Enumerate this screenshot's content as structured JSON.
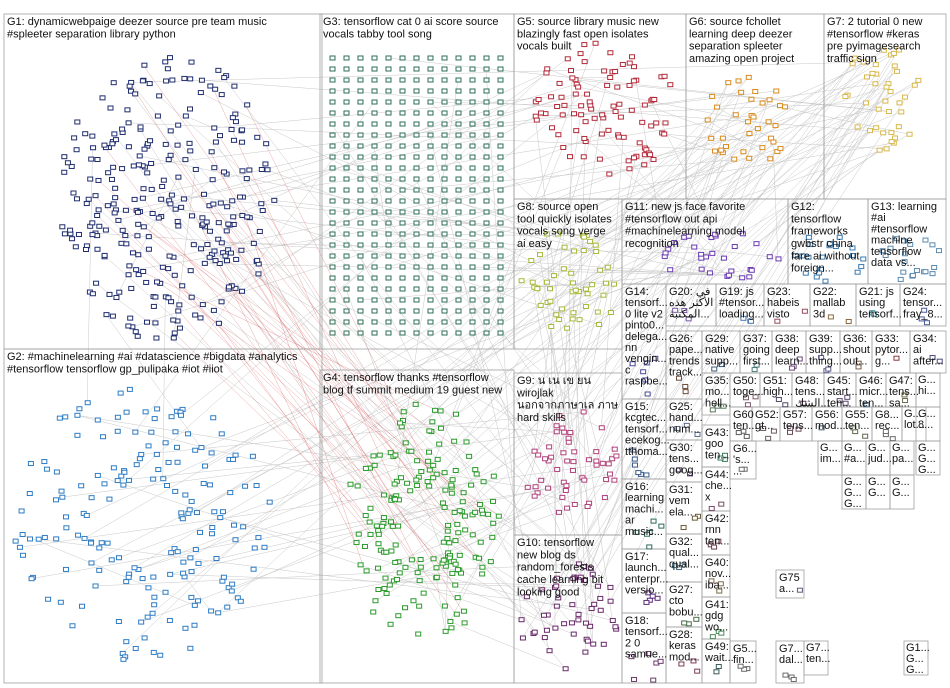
{
  "figure": {
    "type": "network-graph",
    "group_count": 75,
    "background": "#ffffff",
    "panel_border_color": "#a0a0a0",
    "edge_color": "#c8c8c8",
    "highlight_edge_color": "#cc2222"
  },
  "groups": [
    {
      "id": "G1",
      "lines": [
        "G1: dynamicwebpaige deezer source pre team music",
        "#spleeter separation library python"
      ],
      "color": "#1f2d6e"
    },
    {
      "id": "G2",
      "lines": [
        "G2: #machinelearning #ai #datascience #bigdata #analytics",
        "#tensorflow tensorflow gp_pulipaka #iot #iiot"
      ],
      "color": "#2e7cc4"
    },
    {
      "id": "G3",
      "lines": [
        "G3: tensorflow cat 0 ai score source",
        "vocals tabby tool song"
      ],
      "color": "#2f6d55"
    },
    {
      "id": "G4",
      "lines": [
        "G4: tensorflow thanks #tensorflow",
        "blog tf summit medium 19 guest new"
      ],
      "color": "#2a9a2a"
    },
    {
      "id": "G5",
      "lines": [
        "G5: source library music new",
        "blazingly fast open isolates",
        "vocals built"
      ],
      "color": "#b32a3a"
    },
    {
      "id": "G6",
      "lines": [
        "G6: source fchollet",
        "learning deep deezer",
        "separation spleeter",
        "amazing open project"
      ],
      "color": "#d98a1a"
    },
    {
      "id": "G7",
      "lines": [
        "G7: 2 tutorial 0 new",
        "#tensorflow #keras",
        "pre pyimagesearch",
        "traffic sign"
      ],
      "color": "#d8b84a"
    },
    {
      "id": "G8",
      "lines": [
        "G8: source open",
        "tool quickly isolates",
        "vocals song verge",
        "ai easy"
      ],
      "color": "#a8b83a"
    },
    {
      "id": "G9",
      "lines": [
        "G9: น เน เข ยน",
        "wirojlak",
        "นอกจากภาษาเล ภาษ",
        "hard skills"
      ],
      "color": "#b0407a"
    },
    {
      "id": "G10",
      "lines": [
        "G10: tensorflow",
        "new blog ds",
        "random_forests",
        "cache learning bit",
        "looking good"
      ],
      "color": "#6a2a6a"
    },
    {
      "id": "G11",
      "lines": [
        "G11: new js face favorite",
        "#tensorflow out api",
        "#machinelearning model",
        "recognition"
      ],
      "color": "#6a3ab0"
    },
    {
      "id": "G12",
      "lines": [
        "G12:",
        "tensorflow",
        "frameworks",
        "gwbstr china",
        "fare ai without",
        "foreign..."
      ],
      "color": "#3a7ab0"
    },
    {
      "id": "G13",
      "lines": [
        "G13: learning",
        "#ai",
        "#tensorflow",
        "machine",
        "tensorflow",
        "data vs..."
      ],
      "color": "#5a8ab0"
    },
    {
      "id": "G14",
      "lines": [
        "G14:",
        "tensorf...",
        "0 lite v2",
        "pinto0...",
        "delega...",
        "nn",
        "vengin...",
        "c",
        "raspbe..."
      ],
      "color": "#4a4a9a"
    },
    {
      "id": "G15",
      "lines": [
        "G15:",
        "kcgtec...",
        "tensorf...",
        "ecekog...",
        "tthoma..."
      ],
      "color": "#3a5a8a"
    },
    {
      "id": "G16",
      "lines": [
        "G16:",
        "learning",
        "machi...",
        "ar",
        "music..."
      ],
      "color": "#2a6a5a"
    },
    {
      "id": "G17",
      "lines": [
        "G17:",
        "launch...",
        "enterpr...",
        "versio..."
      ],
      "color": "#5a2a7a"
    },
    {
      "id": "G18",
      "lines": [
        "G18:",
        "tensorf...",
        "2 0",
        "samue..."
      ],
      "color": "#6a3a6a"
    },
    {
      "id": "G19",
      "lines": [
        "G19: js",
        "#tensor...",
        "loading..."
      ],
      "color": "#4a7ab0"
    },
    {
      "id": "G20",
      "lines": [
        "G20: في",
        "الأكثر هذه",
        "المكتبة..."
      ],
      "color": "#7a5aaa"
    },
    {
      "id": "G21",
      "lines": [
        "G21: js",
        "using",
        "tensorf..."
      ],
      "color": "#3a8a9a"
    },
    {
      "id": "G22",
      "lines": [
        "G22:",
        "mallab",
        "3d"
      ],
      "color": "#8a6a3a"
    },
    {
      "id": "G23",
      "lines": [
        "G23:",
        "habeis",
        "visto"
      ],
      "color": "#9a4a5a"
    },
    {
      "id": "G24",
      "lines": [
        "G24:",
        "tensor...",
        "fray_8..."
      ],
      "color": "#4a5a9a"
    },
    {
      "id": "G25",
      "lines": [
        "G25:",
        "hand...",
        "num..."
      ],
      "color": "#5a6a8a"
    },
    {
      "id": "G26",
      "lines": [
        "G26:",
        "pape...",
        "trends",
        "track..."
      ],
      "color": "#6a4a3a"
    },
    {
      "id": "G27",
      "lines": [
        "G27:",
        "cto",
        "bobu..."
      ],
      "color": "#4a6a4a"
    },
    {
      "id": "G28",
      "lines": [
        "G28:",
        "keras",
        "mod..."
      ],
      "color": "#7a3a5a"
    },
    {
      "id": "G29",
      "lines": [
        "G29:",
        "native",
        "supp..."
      ],
      "color": "#3a5a7a"
    },
    {
      "id": "G30",
      "lines": [
        "G30:",
        "tens...",
        "goog..."
      ],
      "color": "#5a3a7a"
    },
    {
      "id": "G31",
      "lines": [
        "G31:",
        "vem",
        "ela..."
      ],
      "color": "#6a5a3a"
    },
    {
      "id": "G32",
      "lines": [
        "G32:",
        "qual...",
        "qual..."
      ],
      "color": "#3a6a7a"
    },
    {
      "id": "G33",
      "lines": [
        "G33:",
        "pytor...",
        "g..."
      ],
      "color": "#8a3a3a"
    },
    {
      "id": "G34",
      "lines": [
        "G34:",
        "ai",
        "after..."
      ],
      "color": "#4a4a7a"
    },
    {
      "id": "G35",
      "lines": [
        "G35:",
        "mo...",
        "hell..."
      ],
      "color": "#5a7a5a"
    },
    {
      "id": "G36",
      "lines": [
        "G36:",
        "shout",
        "out..."
      ],
      "color": "#7a5a4a"
    },
    {
      "id": "G37",
      "lines": [
        "G37:",
        "going",
        "first..."
      ],
      "color": "#4a7a7a"
    },
    {
      "id": "G38",
      "lines": [
        "G38:",
        "deep",
        "learn..."
      ],
      "color": "#6a4a7a"
    },
    {
      "id": "G39",
      "lines": [
        "G39:",
        "supp...",
        "thing..."
      ],
      "color": "#5a5a8a"
    },
    {
      "id": "G40",
      "lines": [
        "G40:",
        "nov...",
        "iba..."
      ],
      "color": "#7a6a4a"
    },
    {
      "id": "G41",
      "lines": [
        "G41:",
        "gdg",
        "wo..."
      ],
      "color": "#4a8a5a"
    },
    {
      "id": "G42",
      "lines": [
        "G42:",
        "rnn",
        "ten..."
      ],
      "color": "#6a3a4a"
    },
    {
      "id": "G43",
      "lines": [
        "G43:",
        "goo",
        "ten..."
      ],
      "color": "#3a7a5a"
    },
    {
      "id": "G44",
      "lines": [
        "G44:",
        "che...",
        "x"
      ],
      "color": "#7a4a6a"
    },
    {
      "id": "G45",
      "lines": [
        "G45:",
        "start...",
        "ten..."
      ],
      "color": "#5a4a6a"
    },
    {
      "id": "G46",
      "lines": [
        "G46:",
        "micr...",
        "ten..."
      ],
      "color": "#4a6a8a"
    },
    {
      "id": "G47",
      "lines": [
        "G47:",
        "tens...",
        "sa..."
      ],
      "color": "#6a6a4a"
    },
    {
      "id": "G48",
      "lines": [
        "G48:",
        "tens...",
        "الشك..."
      ],
      "color": "#5a3a5a"
    },
    {
      "id": "G49",
      "lines": [
        "G49:",
        "wait..."
      ],
      "color": "#3a5a5a"
    },
    {
      "id": "G50",
      "lines": [
        "G50:",
        "toge..."
      ],
      "color": "#7a5a6a"
    },
    {
      "id": "G51",
      "lines": [
        "G51:",
        "high..."
      ],
      "color": "#4a4a6a"
    },
    {
      "id": "G52",
      "lines": [
        "G52:",
        "gt..."
      ],
      "color": "#6a5a5a"
    },
    {
      "id": "G55",
      "lines": [
        "G55:",
        "ten..."
      ],
      "color": "#5a6a4a"
    },
    {
      "id": "G56",
      "lines": [
        "G56:",
        "mod..."
      ],
      "color": "#4a5a6a"
    },
    {
      "id": "G57",
      "lines": [
        "G57:",
        "tens..."
      ],
      "color": "#6a4a5a"
    },
    {
      "id": "G60",
      "lines": [
        "G60",
        "ten..."
      ],
      "color": "#5a5a5a"
    },
    {
      "id": "G75",
      "lines": [
        "G75",
        "a..."
      ],
      "color": "#5a5a7a"
    },
    {
      "id": "G6x",
      "lines": [
        "G6...",
        "'s...",
        "..."
      ],
      "color": "#6a6a6a"
    },
    {
      "id": "G5x",
      "lines": [
        "G5...",
        "fin..."
      ],
      "color": "#6a6a6a"
    },
    {
      "id": "G7x",
      "lines": [
        "G7...",
        "dal..."
      ],
      "color": "#6a6a6a"
    },
    {
      "id": "G8x",
      "lines": [
        "G8...",
        "rec..."
      ],
      "color": "#6a6a6a"
    }
  ],
  "small_cells": [
    [
      "G...",
      "hi..."
    ],
    [
      "G...",
      "lot..."
    ],
    [
      "G...",
      "im..."
    ],
    [
      "G...",
      "#a..."
    ],
    [
      "G...",
      "jud..."
    ],
    [
      "G...",
      "pa..."
    ],
    [
      "G...",
      "G...",
      "G..."
    ],
    [
      "G...",
      "G...",
      "G..."
    ],
    [
      "G...",
      "G..."
    ],
    [
      "G...",
      "G..."
    ],
    [
      "G1...",
      "G...",
      "G..."
    ],
    [
      "G7...",
      "ten..."
    ],
    [
      "G...",
      "8..."
    ]
  ]
}
